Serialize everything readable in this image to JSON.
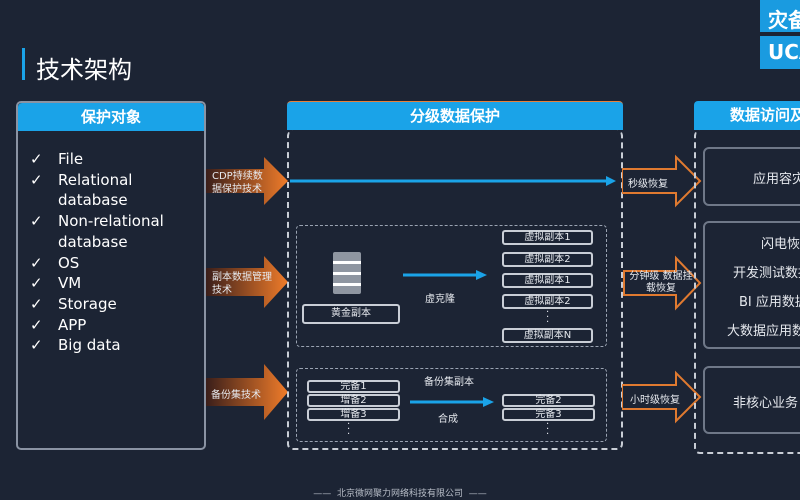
{
  "title": "技术架构",
  "badges": [
    "灾备",
    "UCA"
  ],
  "left": {
    "header": "保护对象",
    "items": [
      "File",
      "Relational database",
      "Non-relational database",
      "OS",
      "VM",
      "Storage",
      "APP",
      "Big data"
    ]
  },
  "middle": {
    "header": "分级数据保护",
    "techs": [
      "CDP持续数据保护技术",
      "副本数据管理技术",
      "备份集技术"
    ],
    "golden_copy": "黄金副本",
    "virtual_clone": "虚克隆",
    "virtual_copies": [
      "虚拟副本1",
      "虚拟副本2",
      "虚拟副本1",
      "虚拟副本2",
      "虚拟副本N"
    ],
    "backup_set_label": "备份集副本",
    "backups_left": [
      "完备1",
      "增备2",
      "增备3"
    ],
    "merge": "合成",
    "backups_right": [
      "完备2",
      "完备3"
    ]
  },
  "recovery": [
    "秒级恢复",
    "分钟级 数据挂载恢复",
    "小时级恢复"
  ],
  "right": {
    "header": "数据访问及",
    "boxes": [
      [
        "应用容灾"
      ],
      [
        "闪电恢复",
        "开发测试数据",
        "BI 应用数据",
        "大数据应用数据"
      ],
      [
        "非核心业务"
      ]
    ]
  },
  "footer": "北京微网聚力网络科技有限公司"
}
